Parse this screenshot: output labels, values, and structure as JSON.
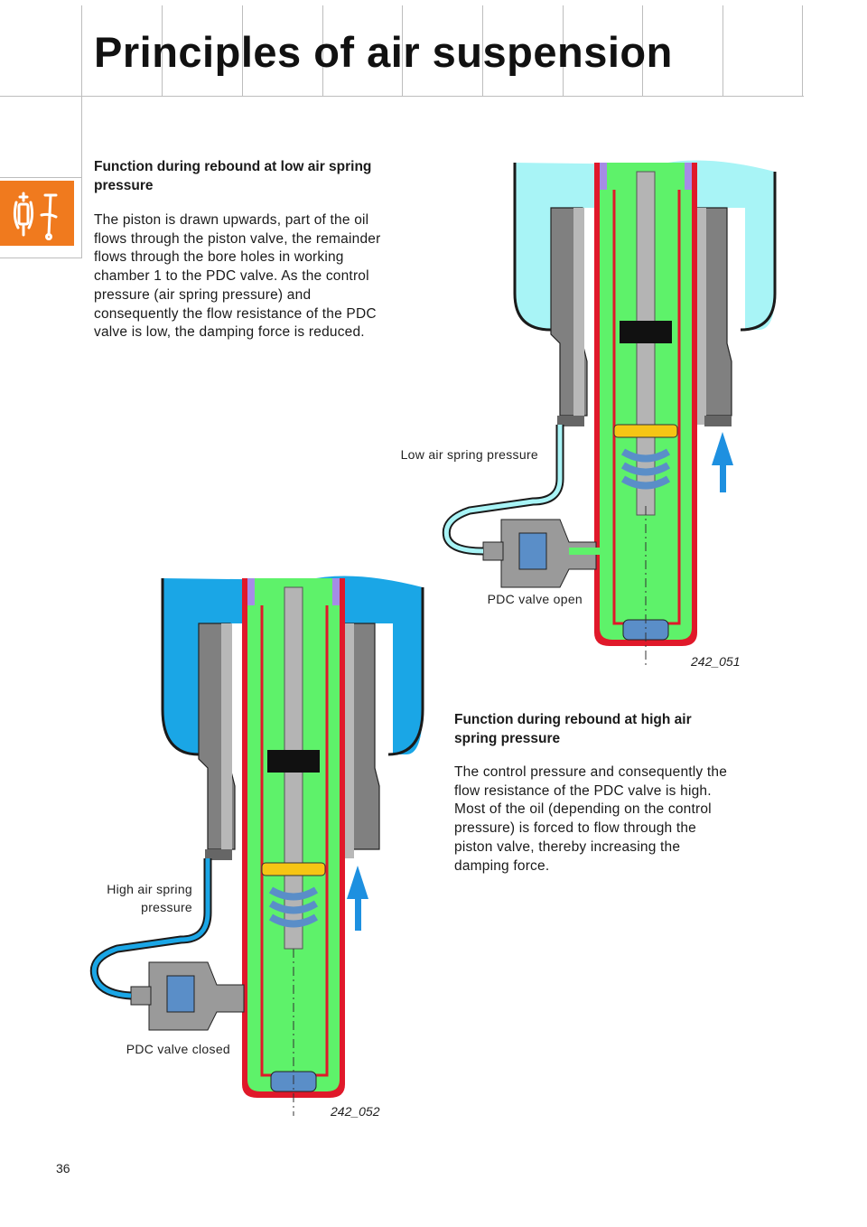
{
  "page": {
    "title": "Principles of air suspension",
    "number": "36",
    "tab_icon": "suspension-tool-icon",
    "accent_color": "#f07a1e"
  },
  "sections": {
    "low": {
      "heading": "Function during rebound at low air spring pressure",
      "body": "The piston is drawn upwards, part of the oil flows through the piston valve, the remainder flows through the bore holes in working chamber 1 to the PDC valve. As the control pressure (air spring pressure) and consequently the flow resistance of the PDC valve is low, the damping force is reduced."
    },
    "high": {
      "heading": "Function during rebound at high air spring pressure",
      "body": "The control pressure and consequently the flow resistance of the PDC valve is high. Most of the oil (depending on the control pressure) is forced to flow through the piston valve, thereby increasing the damping force."
    }
  },
  "diagrams": {
    "low": {
      "pressure_label": "Low air spring pressure",
      "valve_label": "PDC valve open",
      "figure_id": "242_051",
      "air_color": "#a8f4f6"
    },
    "high": {
      "pressure_label": "High air spring pressure",
      "valve_label": "PDC valve closed",
      "figure_id": "242_052",
      "air_color": "#1aa6e6"
    },
    "colors": {
      "oil": "#5ef26a",
      "oil_dark": "#1fa82e",
      "housing": "#808080",
      "housing_light": "#b8b8b8",
      "red_wall": "#e0192a",
      "purple": "#a58ce6",
      "arrow": "#1e90e0",
      "piston_yellow": "#f6c514",
      "spring_blue": "#5a8ec8"
    }
  }
}
